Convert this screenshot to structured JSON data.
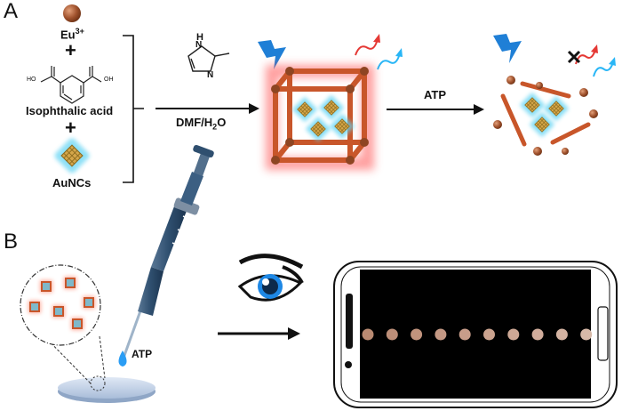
{
  "panels": {
    "a": "A",
    "b": "B"
  },
  "reactants": {
    "eu": "Eu",
    "eu_charge": "3+",
    "plus": "+",
    "acid_name": "Isophthalic acid",
    "acid_oh_left": "HO",
    "acid_oh_right": "OH",
    "aunc": "AuNCs"
  },
  "reagents": {
    "imidazole_nh": "H",
    "imidazole_n_h": "N",
    "imidazole_n": "N",
    "conditions_prefix": "DMF/H",
    "conditions_sub": "2",
    "conditions_suffix": "O"
  },
  "analyte": {
    "atp_top": "ATP",
    "atp_bottom": "ATP"
  },
  "colors": {
    "eu_sphere": "#a0522d",
    "framework": "#c8562a",
    "framework_glow": "#ff4d4d",
    "aunc_core": "#d4a64a",
    "aunc_glow": "#5fd3f3",
    "lightning": "#1f7fd6",
    "red_emission": "#e53935",
    "blue_emission": "#29b6f6",
    "pipette": "#2f4f6f",
    "droplet": "#2a9df4",
    "paper": "#c9d9ef",
    "screen": "#000000"
  },
  "test_spots": [
    "#b98a72",
    "#bc8e78",
    "#c0937d",
    "#c49884",
    "#c89d8a",
    "#cba38f",
    "#cea895",
    "#d1ad9c",
    "#d4b3a2",
    "#d7b9a8"
  ]
}
